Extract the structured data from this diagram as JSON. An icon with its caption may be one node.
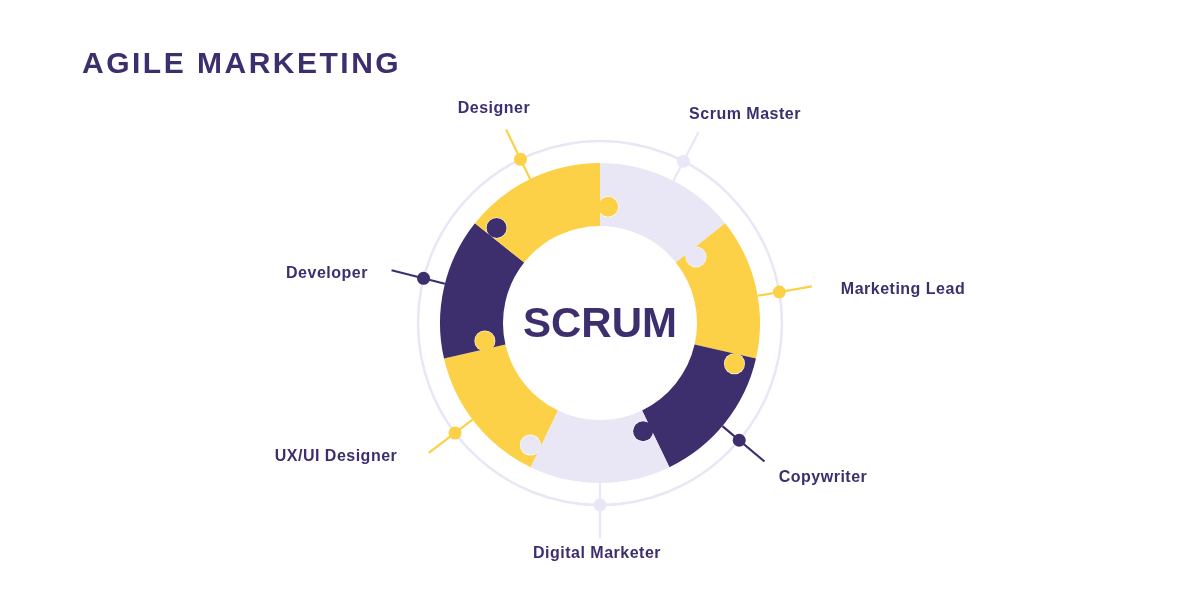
{
  "diagram": {
    "title": "AGILE MARKETING",
    "nodes": [
      {
        "text": [
          "SCRUM"
        ]
      },
      {
        "text": [
          "Designer"
        ]
      },
      {
        "text": [
          "Scrum Master"
        ]
      },
      {
        "text": [
          "Developer"
        ]
      },
      {
        "text": [
          "Marketing Lead"
        ]
      },
      {
        "text": [
          "UX/UI Designer"
        ]
      },
      {
        "text": [
          "Copywriter"
        ]
      },
      {
        "text": [
          "Digital Marketer"
        ]
      },
      {
        "text": [],
        "shape": "puzzle"
      },
      {
        "text": [],
        "shape": "puzzle"
      },
      {
        "text": [],
        "shape": "puzzle"
      },
      {
        "text": [],
        "shape": "puzzle"
      },
      {
        "text": [],
        "shape": "puzzle"
      },
      {
        "text": [],
        "shape": "puzzle"
      },
      {
        "text": [],
        "shape": "puzzle"
      }
    ],
    "edges": [
      {
        "from": 1,
        "to": 14,
        "arrow": "none",
        "color": "#fcd147"
      },
      {
        "from": 2,
        "to": 8,
        "arrow": "none",
        "color": "#e9e6f5"
      },
      {
        "from": 3,
        "to": 13,
        "arrow": "none",
        "color": "#3d2f6e"
      },
      {
        "from": 4,
        "to": 9,
        "arrow": "none",
        "color": "#fcd147"
      },
      {
        "from": 5,
        "to": 12,
        "arrow": "none",
        "color": "#fcd147"
      },
      {
        "from": 6,
        "to": 10,
        "arrow": "none",
        "color": "#3d2f6e"
      },
      {
        "from": 7,
        "to": 11,
        "arrow": "none",
        "color": "#e9e6f5"
      }
    ]
  }
}
